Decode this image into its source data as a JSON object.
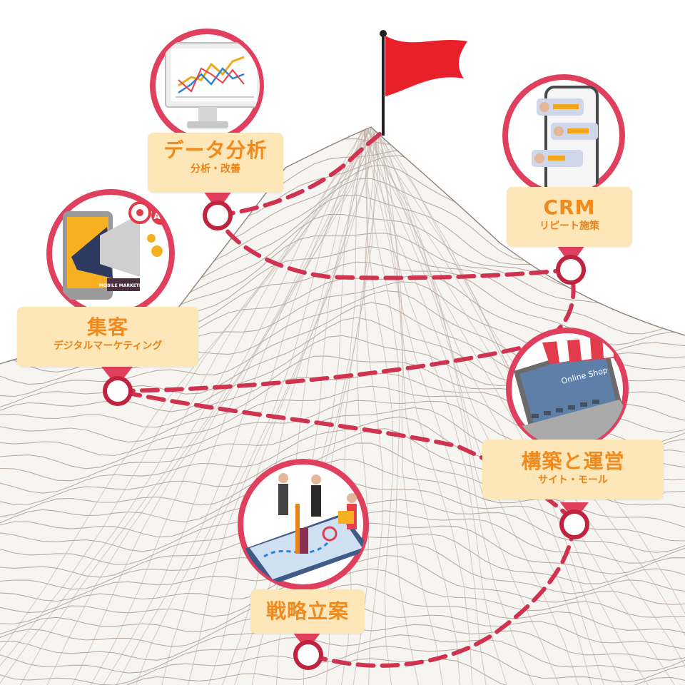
{
  "diagram": {
    "steps": [
      {
        "id": "senryaku",
        "title": "戦略立案",
        "subtitle": "",
        "icon": "strategy-planning-icon"
      },
      {
        "id": "kouchiku",
        "title": "構築と運営",
        "subtitle": "サイト・モール",
        "icon": "online-shop-laptop-icon"
      },
      {
        "id": "shuukyaku",
        "title": "集客",
        "subtitle": "デジタルマーケティング",
        "icon": "mobile-marketing-megaphone-icon"
      },
      {
        "id": "crm",
        "title": "CRM",
        "subtitle": "リピート施策",
        "icon": "smartphone-reviews-icon"
      },
      {
        "id": "data",
        "title": "データ分析",
        "subtitle": "分析・改善",
        "icon": "analytics-monitor-icon"
      }
    ],
    "goal_icon": "summit-flag-icon",
    "icon_texts": {
      "shop_sign": "Online Shop",
      "mobile_badge": "MOBILE MARKETING",
      "ad_badge": "AD"
    },
    "colors": {
      "pin": "#e0405e",
      "route": "#d0334f",
      "label_bg": "#fde7b8",
      "label_text": "#f08a1c",
      "flag": "#e8202a",
      "mountain_line": "#b9aca0"
    }
  }
}
